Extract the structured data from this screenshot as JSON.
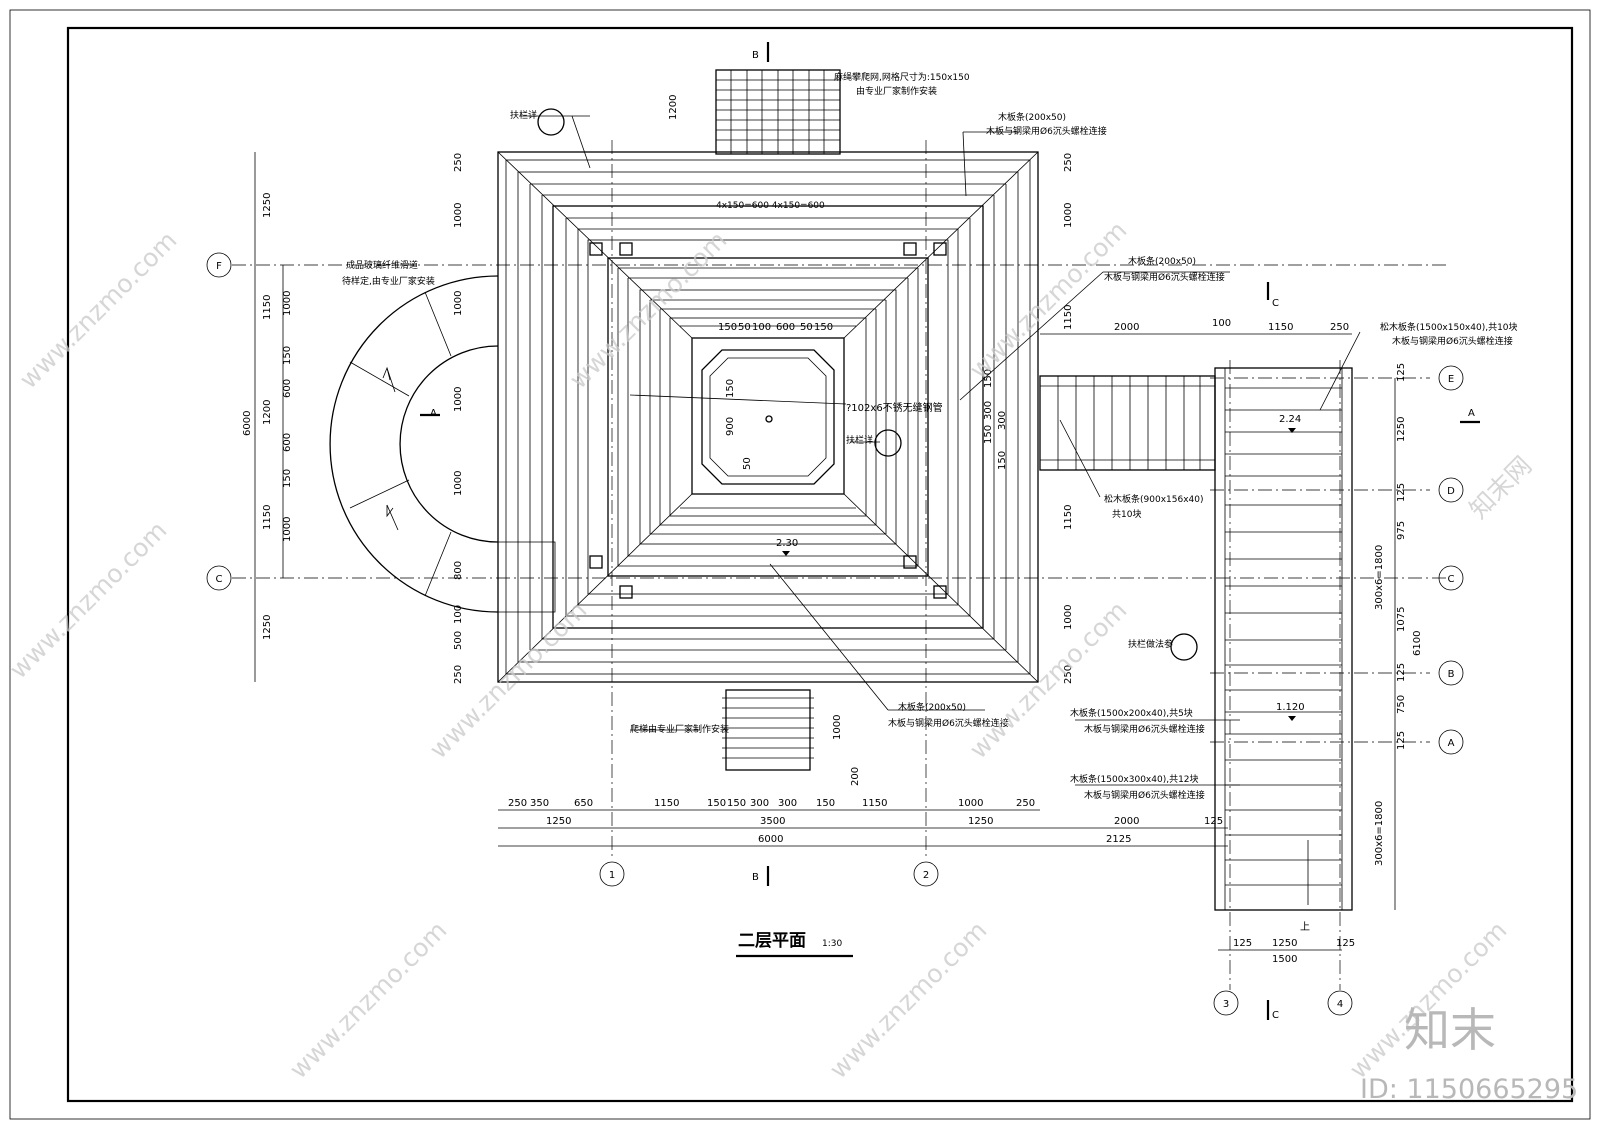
{
  "title": {
    "main": "二层平面",
    "scale": "1:30"
  },
  "labels": {
    "net_top": "麻绳攀爬网,网格尺寸为:150x150",
    "net_top2": "由专业厂家制作安装",
    "rail_left": "扶栏详",
    "plank_tr": "木板条(200x50)",
    "plank_tr2": "木板与钢梁用Ø6沉头螺栓连接",
    "slide_l1": "成品玻璃纤维滑道",
    "slide_l2": "待样定,由专业厂家安装",
    "plank_mid": "木板条(200x50)",
    "plank_mid2": "木板与钢梁用Ø6沉头螺栓连接",
    "pipe": "?102x6不锈无缝钢管",
    "rail_center": "扶栏详",
    "elev_center": "2.30",
    "elev_right": "2.24",
    "elev_bridge": "1.120",
    "pine1": "松木板条(1500x150x40),共10块",
    "pine1b": "木板与钢梁用Ø6沉头螺栓连接",
    "pine2": "松木板条(900x156x40)",
    "pine2b": "共10块",
    "rail_right": "扶栏做法参",
    "ladder": "爬梯由专业厂家制作安装",
    "plank_bot": "木板条(200x50)",
    "plank_bot2": "木板与钢梁用Ø6沉头螺栓连接",
    "plank5": "木板条(1500x200x40),共5块",
    "plank5b": "木板与钢梁用Ø6沉头螺栓连接",
    "plank12": "木板条(1500x300x40),共12块",
    "plank12b": "木板与钢梁用Ø6沉头螺栓连接",
    "up": "上",
    "top_grid": "4x150=600 4x150=600"
  },
  "axes": {
    "F": "F",
    "C": "C",
    "E": "E",
    "D": "D",
    "B": "B",
    "A": "A",
    "n1": "1",
    "n2": "2",
    "n3": "3",
    "n4": "4"
  },
  "sections": {
    "B": "B",
    "C": "C",
    "A": "A"
  },
  "dims": {
    "bottom_row1": [
      "250",
      "350",
      "650",
      "1150",
      "150",
      "150",
      "300",
      "300",
      "150",
      "1150",
      "1000",
      "250"
    ],
    "bottom_row2": [
      "1250",
      "3500",
      "1250",
      "2000",
      "125"
    ],
    "bottom_row3": [
      "6000",
      "2125"
    ],
    "left_col1": [
      "1250",
      "1150",
      "1200",
      "1150",
      "1250"
    ],
    "left_col2": [
      "1000",
      "150",
      "600",
      "600",
      "150",
      "1000"
    ],
    "left_total": "6000",
    "left_inner": [
      "250",
      "1000",
      "1000",
      "1000",
      "1000",
      "800",
      "100",
      "500",
      "250"
    ],
    "right_inner": [
      "250",
      "1000",
      "1150",
      "1150",
      "1000",
      "250"
    ],
    "bridge_top": [
      "2000",
      "100",
      "1150",
      "250"
    ],
    "right_stair": [
      "125",
      "1250",
      "125",
      "975",
      "1075",
      "125",
      "750",
      "125"
    ],
    "right_total": "6100",
    "right_stair_a": "300x6=1800",
    "right_stair_b": "300x6=1800",
    "bottom_stair": [
      "125",
      "1250",
      "125"
    ],
    "bottom_stair_total": "1500",
    "center_dims": [
      "150",
      "50",
      "100",
      "600",
      "50",
      "150"
    ],
    "center_vert": [
      "150",
      "900",
      "50"
    ],
    "bridge_vert": [
      "150",
      "300",
      "150",
      "300",
      "150"
    ],
    "top_dim": "1200",
    "ladder_dim": "1000",
    "ladder_dim2": "200"
  },
  "watermark": {
    "site": "www.znzmo.com",
    "brand": "知末网",
    "logo": "知末",
    "id": "ID: 1150665295"
  }
}
